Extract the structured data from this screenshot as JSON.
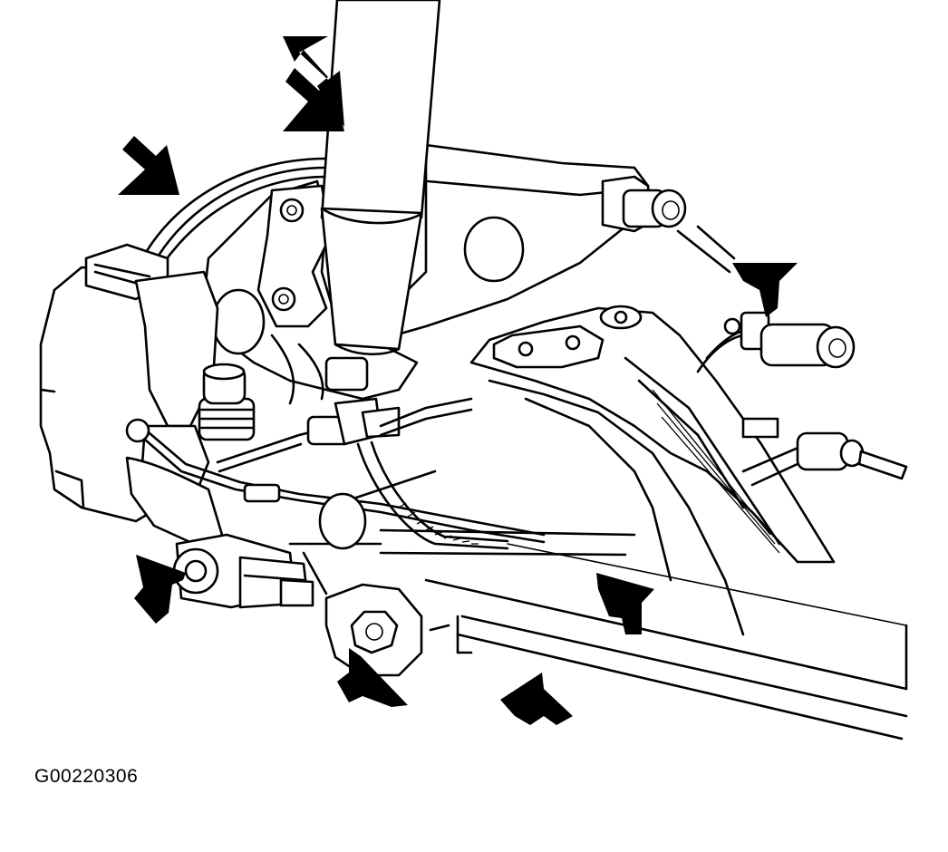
{
  "figure": {
    "id": "G00220306"
  },
  "callout_arrows": [
    {
      "name": "arrow-strut-top",
      "direction": "down-right"
    },
    {
      "name": "arrow-rotor-top",
      "direction": "down-right"
    },
    {
      "name": "arrow-trailing-link",
      "direction": "down-left"
    },
    {
      "name": "arrow-lower-bushing",
      "direction": "up-right"
    },
    {
      "name": "arrow-knuckle-bolt",
      "direction": "up-right"
    },
    {
      "name": "arrow-lower-arm",
      "direction": "down-right"
    },
    {
      "name": "arrow-crossmember",
      "direction": "up-right"
    },
    {
      "name": "arrow-control-arm-mount",
      "direction": "down"
    }
  ],
  "colors": {
    "line": "#000000",
    "background": "#ffffff"
  }
}
